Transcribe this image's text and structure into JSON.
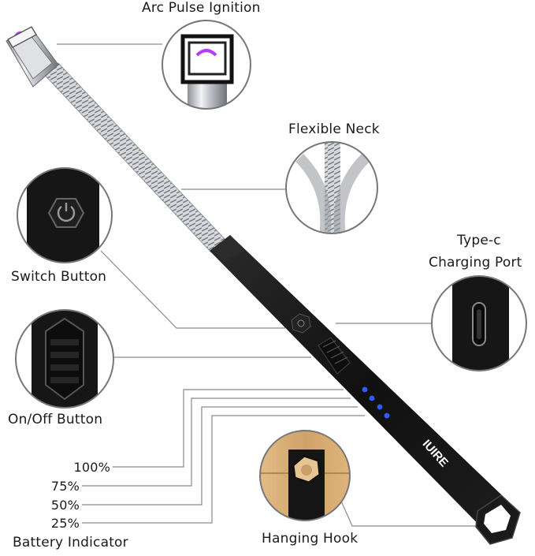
{
  "labels": {
    "arc_pulse_ignition": "Arc Pulse Ignition",
    "flexible_neck": "Flexible Neck",
    "type_c_line1": "Type-c",
    "type_c_line2": "Charging Port",
    "switch_button": "Switch Button",
    "on_off_button": "On/Off Button",
    "hanging_hook": "Hanging Hook",
    "battery_indicator": "Battery Indicator"
  },
  "battery_levels": [
    "100%",
    "75%",
    "50%",
    "25%"
  ],
  "brand": "IUIRE",
  "colors": {
    "body": "#141414",
    "metal": "#c9ccd1",
    "led": "#2f5bff",
    "arc": "#b43cff",
    "wood": "#d9b07a",
    "leader_line": "#8a8a8a"
  },
  "icons": [
    "power-icon",
    "usb-c-port-icon",
    "hexagon-hook-icon"
  ]
}
